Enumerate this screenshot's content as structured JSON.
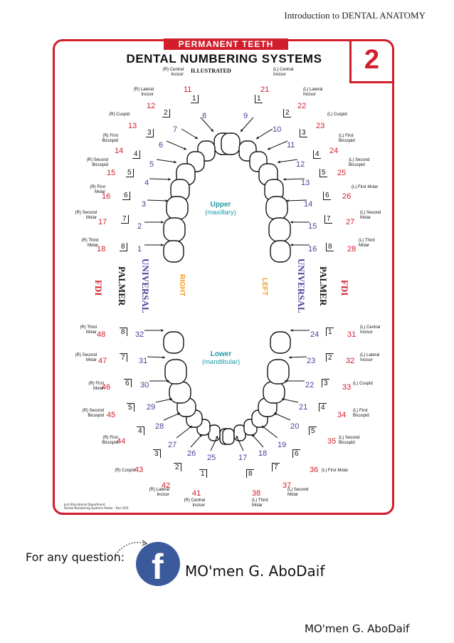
{
  "header": {
    "text": "Introduction to DENTAL ANATOMY"
  },
  "card": {
    "tag": "PERMANENT TEETH",
    "title": "DENTAL NUMBERING SYSTEMS",
    "subtitle": "ILLUSTRATED",
    "number": "2",
    "upper_title": "Upper",
    "upper_sub": "(maxillary)",
    "lower_title": "Lower",
    "lower_sub": "(mandibular)",
    "right": "RIGHT",
    "left": "LEFT",
    "fdi": "FDI",
    "palmer": "PALMER",
    "universal": "UNIVERSAL",
    "footer_line1": "Just Educational Department",
    "footer_line2": "Dental Numbering Systems Poster - Rev 5/03",
    "colors": {
      "red": "#d21d2b",
      "purple": "#4c3f97",
      "teal": "#1e9aa6",
      "orange": "#f0a030"
    }
  },
  "upper_right": [
    {
      "label": "(R) Central Incisor",
      "fdi": "11",
      "palmer": "1",
      "universal": "8"
    },
    {
      "label": "(R) Lateral Incisor",
      "fdi": "12",
      "palmer": "2",
      "universal": "7"
    },
    {
      "label": "(R) Cuspid",
      "fdi": "13",
      "palmer": "3",
      "universal": "6"
    },
    {
      "label": "(R) First Bicuspid",
      "fdi": "14",
      "palmer": "4",
      "universal": "5"
    },
    {
      "label": "(R) Second Bicuspid",
      "fdi": "15",
      "palmer": "5",
      "universal": "4"
    },
    {
      "label": "(R) First Molar",
      "fdi": "16",
      "palmer": "6",
      "universal": "3"
    },
    {
      "label": "(R) Second Molar",
      "fdi": "17",
      "palmer": "7",
      "universal": "2"
    },
    {
      "label": "(R) Third Molar",
      "fdi": "18",
      "palmer": "8",
      "universal": "1"
    }
  ],
  "upper_left": [
    {
      "label": "(L) Central Incisor",
      "fdi": "21",
      "palmer": "1",
      "universal": "9"
    },
    {
      "label": "(L) Lateral Incisor",
      "fdi": "22",
      "palmer": "2",
      "universal": "10"
    },
    {
      "label": "(L) Cuspid",
      "fdi": "23",
      "palmer": "3",
      "universal": "11"
    },
    {
      "label": "(L) First Bicuspid",
      "fdi": "24",
      "palmer": "4",
      "universal": "12"
    },
    {
      "label": "(L) Second Bicuspid",
      "fdi": "25",
      "palmer": "5",
      "universal": "13"
    },
    {
      "label": "(L) First Molar",
      "fdi": "26",
      "palmer": "6",
      "universal": "14"
    },
    {
      "label": "(L) Second Molar",
      "fdi": "27",
      "palmer": "7",
      "universal": "15"
    },
    {
      "label": "(L) Third Molar",
      "fdi": "28",
      "palmer": "8",
      "universal": "16"
    }
  ],
  "lower_left": [
    {
      "label": "(L) Third Molar",
      "fdi": "38",
      "palmer": "8",
      "universal": "17"
    },
    {
      "label": "(L) Second Molar",
      "fdi": "37",
      "palmer": "7",
      "universal": "18"
    },
    {
      "label": "(L) First Molar",
      "fdi": "36",
      "palmer": "6",
      "universal": "19"
    },
    {
      "label": "(L) Second Bicuspid",
      "fdi": "35",
      "palmer": "5",
      "universal": "20"
    },
    {
      "label": "(L) First Bicuspid",
      "fdi": "34",
      "palmer": "4",
      "universal": "21"
    },
    {
      "label": "(L) Cuspid",
      "fdi": "33",
      "palmer": "3",
      "universal": "22"
    },
    {
      "label": "(L) Lateral Incisor",
      "fdi": "32",
      "palmer": "2",
      "universal": "23"
    },
    {
      "label": "(L) Central Incisor",
      "fdi": "31",
      "palmer": "1",
      "universal": "24"
    }
  ],
  "lower_right": [
    {
      "label": "(R) Central Incisor",
      "fdi": "41",
      "palmer": "1",
      "universal": "25"
    },
    {
      "label": "(R) Lateral Incisor",
      "fdi": "42",
      "palmer": "2",
      "universal": "26"
    },
    {
      "label": "(R) Cuspid",
      "fdi": "43",
      "palmer": "3",
      "universal": "27"
    },
    {
      "label": "(R) First Bicuspid",
      "fdi": "44",
      "palmer": "4",
      "universal": "28"
    },
    {
      "label": "(R) Second Bicuspid",
      "fdi": "45",
      "palmer": "5",
      "universal": "29"
    },
    {
      "label": "(R) First Molar",
      "fdi": "46",
      "palmer": "6",
      "universal": "30"
    },
    {
      "label": "(R) Second Molar",
      "fdi": "47",
      "palmer": "7",
      "universal": "31"
    },
    {
      "label": "(R) Third Molar",
      "fdi": "48",
      "palmer": "8",
      "universal": "32"
    }
  ],
  "contact": {
    "question": "For any question:",
    "facebook_icon": "facebook-icon",
    "name": "MO'men G. AboDaif"
  },
  "signature": {
    "name": "MO'men G. AboDaif"
  }
}
